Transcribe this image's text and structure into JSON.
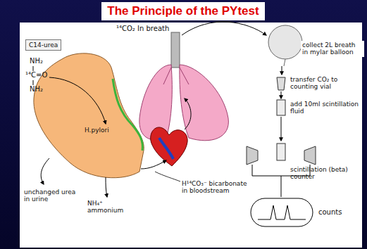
{
  "diagram": {
    "title": "The Principle of the PYtest",
    "nodes": [
      {
        "text": [
          "C14-urea"
        ]
      }
    ],
    "labels": [
      "NH₂",
      "¹⁴C=O",
      "NH₂",
      "¹⁴CO₂ In breath",
      "collect 2L breath in mylar balloon",
      "transfer CO₂ to counting vial",
      "add 10ml scintillation fluid",
      "scintillation (beta) counter",
      "counts",
      "H.pylori",
      "unchanged urea in urine",
      "NH₄⁺ ammonium",
      "H¹⁴CO₃⁻ bicarbonate in bloodstream"
    ]
  }
}
